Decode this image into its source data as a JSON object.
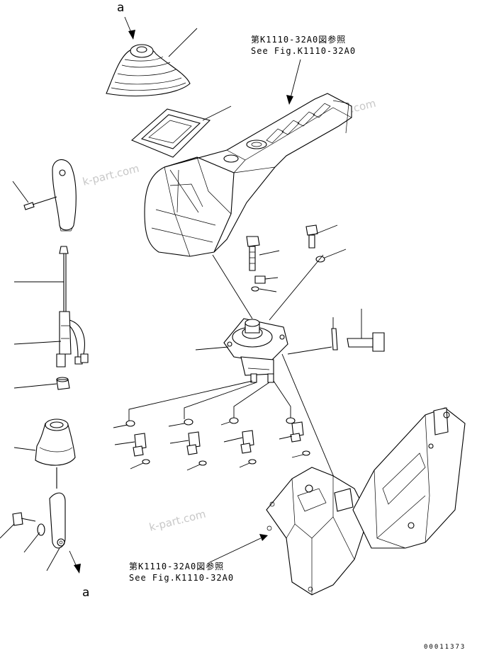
{
  "references": {
    "top": {
      "jp": "第K1110-32A0図参照",
      "en": "See Fig.K1110-32A0"
    },
    "bottom": {
      "jp": "第K1110-32A0図参照",
      "en": "See Fig.K1110-32A0"
    }
  },
  "view_markers": {
    "top": "a",
    "bottom": "a"
  },
  "watermarks": [
    "k-part.com",
    "k-part.com",
    "k-part.com",
    "k-part.com"
  ],
  "drawing_code": "00011373"
}
